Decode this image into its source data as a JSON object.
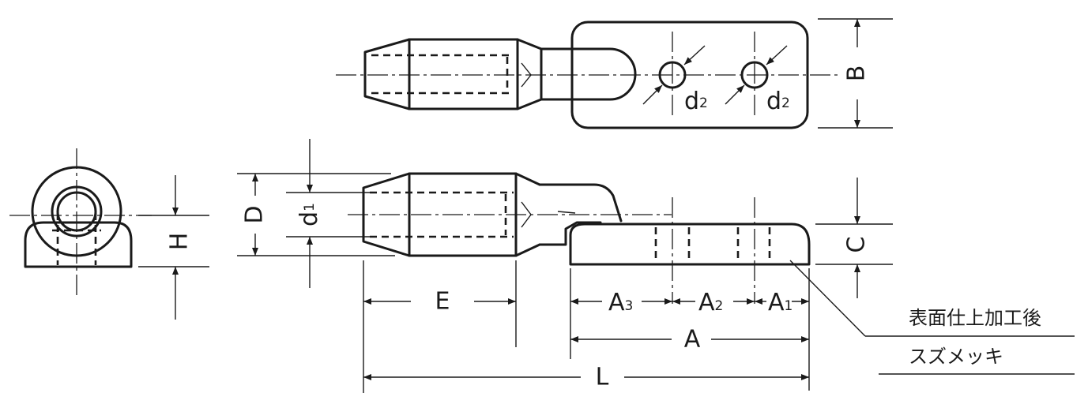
{
  "labels": {
    "B": "B",
    "D": "D",
    "H": "H",
    "C": "C",
    "E": "E",
    "A": "A",
    "L": "L",
    "d": "d",
    "sub_1": "1",
    "sub_2": "2",
    "sub_3": "3"
  },
  "notes": {
    "surface_finish": "表面仕上加工後",
    "plating": "スズメッキ"
  }
}
